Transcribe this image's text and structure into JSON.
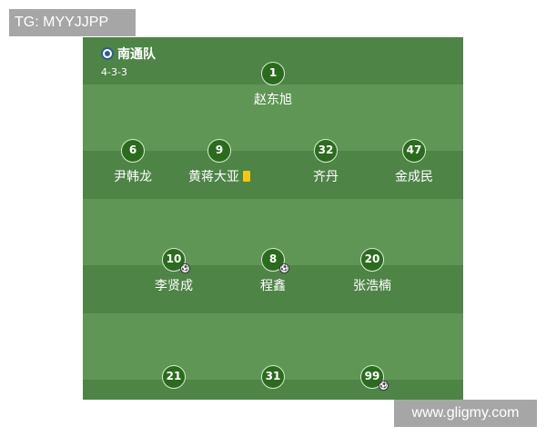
{
  "watermarks": {
    "top": "TG: MYYJJPP",
    "bottom": "www.gligmy.com"
  },
  "team": {
    "name": "南通队",
    "formation": "4-3-3",
    "logo_icon": "team-crest-icon"
  },
  "colors": {
    "pitch_dark": "#4e8446",
    "pitch_light": "#5f9656",
    "number_badge": "#2c6b1f",
    "yellow_card": "#f5c518"
  },
  "lineup": {
    "goalkeeper": [
      {
        "number": "1",
        "name": "赵东旭"
      }
    ],
    "defenders": [
      {
        "number": "6",
        "name": "尹韩龙"
      },
      {
        "number": "9",
        "name": "黄蒋大亚",
        "card": "yellow"
      },
      {
        "number": "32",
        "name": "齐丹"
      },
      {
        "number": "47",
        "name": "金成民"
      }
    ],
    "midfielders": [
      {
        "number": "10",
        "name": "李贤成",
        "event": "goal"
      },
      {
        "number": "8",
        "name": "程鑫",
        "event": "goal"
      },
      {
        "number": "20",
        "name": "张浩楠"
      }
    ],
    "forwards": [
      {
        "number": "21",
        "name": ""
      },
      {
        "number": "31",
        "name": ""
      },
      {
        "number": "99",
        "name": "",
        "event": "goal"
      }
    ]
  }
}
